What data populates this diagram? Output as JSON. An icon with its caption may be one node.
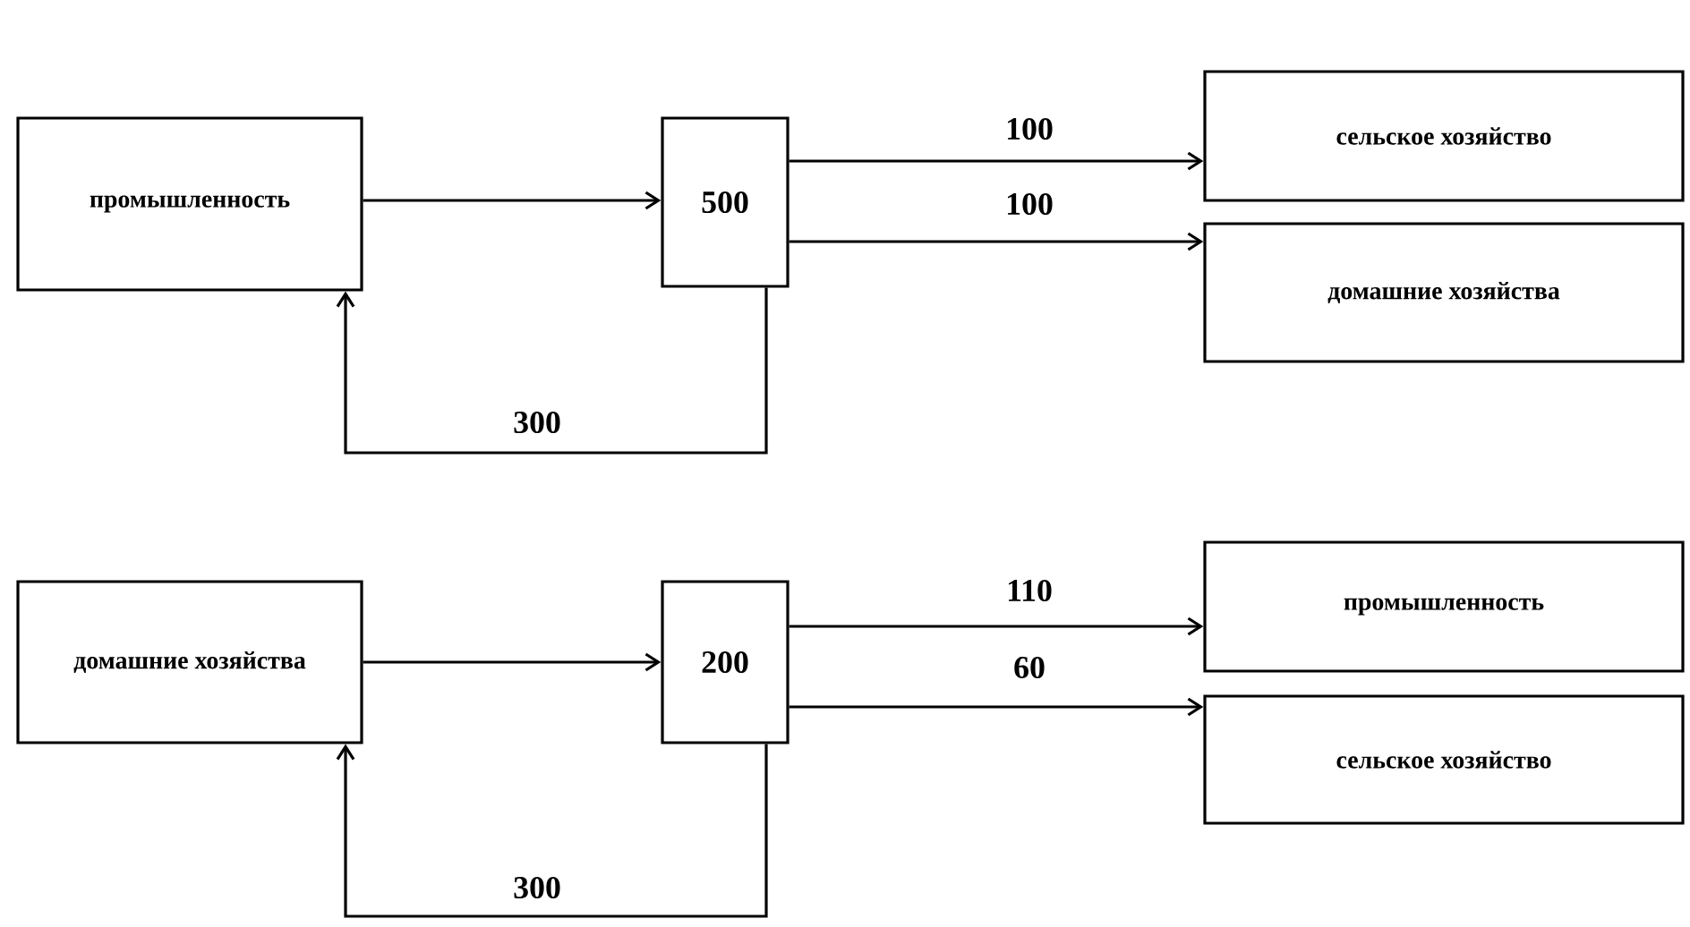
{
  "diagram": {
    "nodes": [
      {
        "text": [
          "промышленность"
        ]
      },
      {
        "text": [
          "500"
        ]
      },
      {
        "text": [
          "сельское хозяйство"
        ]
      },
      {
        "text": [
          "домашние хозяйства"
        ]
      },
      {
        "text": [
          "домашние хозяйства"
        ]
      },
      {
        "text": [
          "200"
        ]
      },
      {
        "text": [
          "промышленность"
        ]
      },
      {
        "text": [
          "сельское хозяйство"
        ]
      }
    ],
    "edges": [
      {
        "from": 0,
        "to": 1,
        "arrow": "to"
      },
      {
        "from": 1,
        "to": 2,
        "arrow": "to",
        "label": "100"
      },
      {
        "from": 1,
        "to": 3,
        "arrow": "to",
        "label": "100"
      },
      {
        "from": 1,
        "to": 0,
        "arrow": "to",
        "label": "300"
      },
      {
        "from": 4,
        "to": 5,
        "arrow": "to"
      },
      {
        "from": 5,
        "to": 6,
        "arrow": "to",
        "label": "110"
      },
      {
        "from": 5,
        "to": 7,
        "arrow": "to",
        "label": "60"
      },
      {
        "from": 5,
        "to": 4,
        "arrow": "to",
        "label": "300"
      }
    ]
  }
}
